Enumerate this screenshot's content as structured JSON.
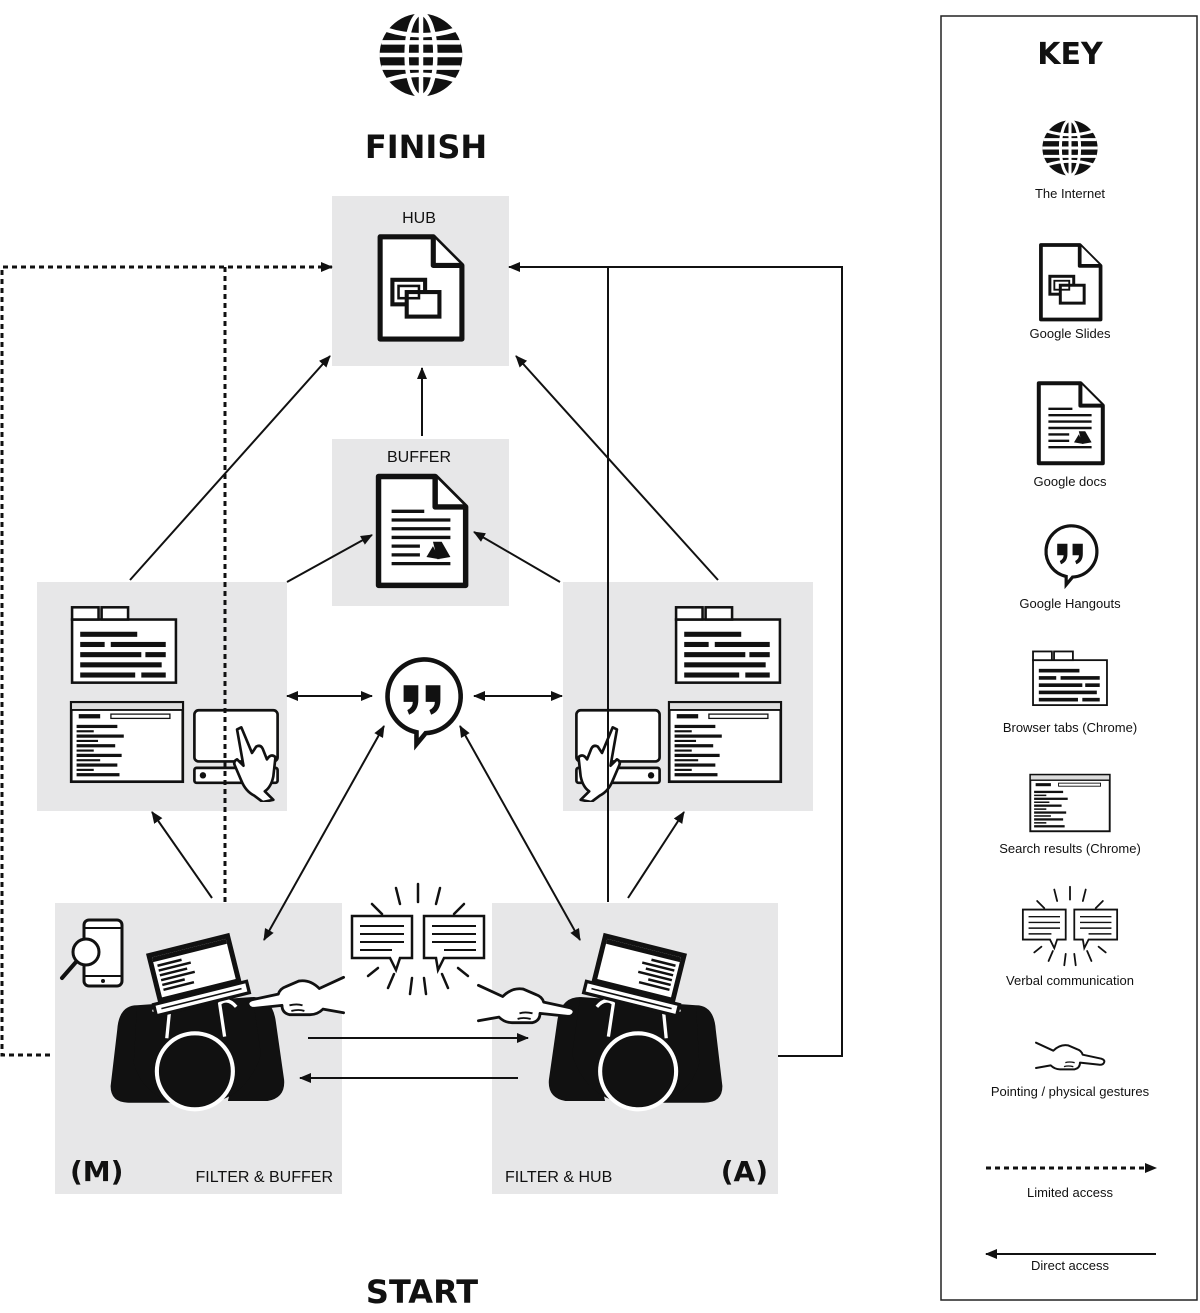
{
  "finish_label": "FINISH",
  "start_label": "START",
  "nodes": {
    "hub": "HUB",
    "buffer": "BUFFER",
    "person_m": "(M)",
    "person_m_role": "FILTER & BUFFER",
    "person_a": "(A)",
    "person_a_role": "FILTER & HUB"
  },
  "key": {
    "title": "KEY",
    "items": [
      {
        "icon": "globe-icon",
        "label": "The Internet"
      },
      {
        "icon": "google-slides-icon",
        "label": "Google Slides"
      },
      {
        "icon": "google-docs-icon",
        "label": "Google docs"
      },
      {
        "icon": "google-hangouts-icon",
        "label": "Google Hangouts"
      },
      {
        "icon": "browser-tabs-icon",
        "label": "Browser tabs (Chrome)"
      },
      {
        "icon": "search-results-icon",
        "label": "Search results (Chrome)"
      },
      {
        "icon": "speech-bubbles-icon",
        "label": "Verbal communication"
      },
      {
        "icon": "pointing-hand-icon",
        "label": "Pointing / physical gestures"
      },
      {
        "icon": "dashed-arrow-icon",
        "label": "Limited access"
      },
      {
        "icon": "solid-arrow-icon",
        "label": "Direct access"
      }
    ]
  },
  "colors": {
    "panel": "#e7e7e8",
    "ink": "#111111",
    "paper": "#ffffff"
  }
}
